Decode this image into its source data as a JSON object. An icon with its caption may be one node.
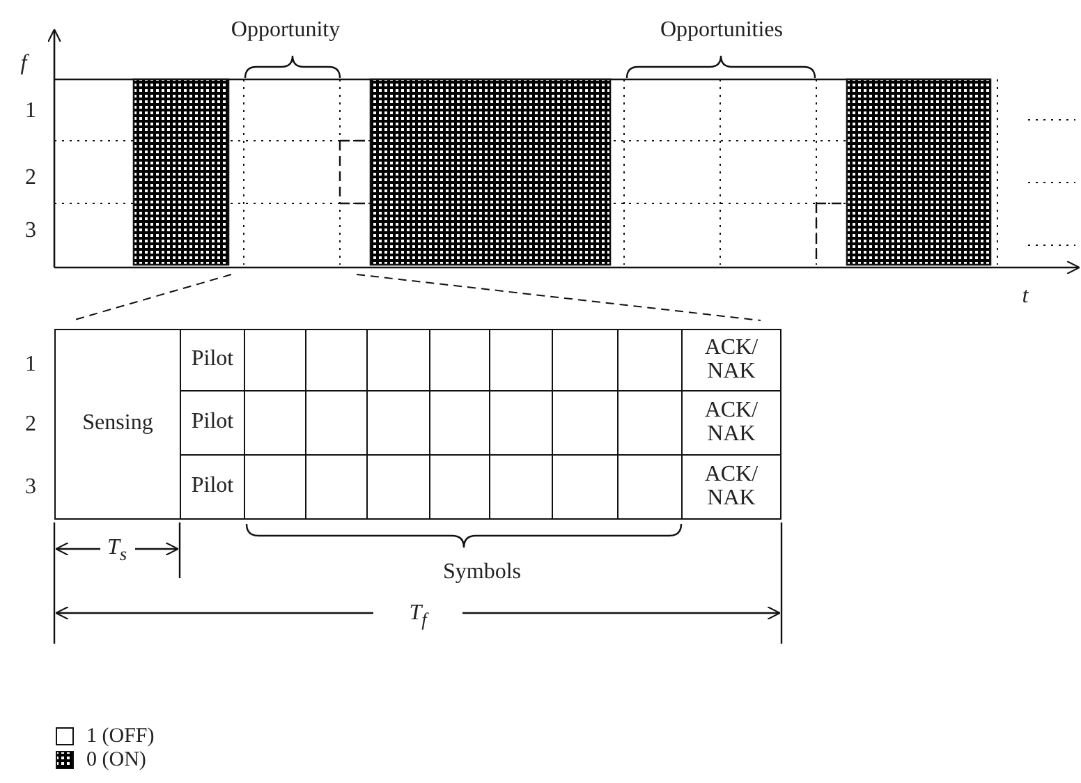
{
  "diagram": {
    "nodes": [
      {
        "text": [
          "Sensing"
        ]
      },
      {
        "text": [
          "Pilot"
        ]
      },
      {
        "text": [],
        "shape": "box"
      },
      {
        "text": [],
        "shape": "box"
      },
      {
        "text": [],
        "shape": "box"
      },
      {
        "text": [],
        "shape": "box"
      },
      {
        "text": [],
        "shape": "box"
      },
      {
        "text": [],
        "shape": "box"
      },
      {
        "text": [],
        "shape": "box"
      },
      {
        "text": [
          "ACK/ NAK"
        ]
      },
      {
        "text": [
          "Pilot"
        ]
      },
      {
        "text": [],
        "shape": "box"
      },
      {
        "text": [],
        "shape": "box"
      },
      {
        "text": [],
        "shape": "box"
      },
      {
        "text": [],
        "shape": "box"
      },
      {
        "text": [],
        "shape": "box"
      },
      {
        "text": [],
        "shape": "box"
      },
      {
        "text": [],
        "shape": "box"
      },
      {
        "text": [
          "ACK/ NAK"
        ]
      },
      {
        "text": [
          "Pilot"
        ]
      },
      {
        "text": [],
        "shape": "box"
      },
      {
        "text": [],
        "shape": "box"
      },
      {
        "text": [],
        "shape": "box"
      },
      {
        "text": [],
        "shape": "box"
      },
      {
        "text": [],
        "shape": "box"
      },
      {
        "text": [],
        "shape": "box"
      },
      {
        "text": [],
        "shape": "box"
      },
      {
        "text": [
          "ACK/ NAK"
        ]
      }
    ],
    "labels": [
      "Opportunity",
      "Opportunities",
      "f",
      "1",
      "2",
      "3",
      "t",
      "1",
      "2",
      "3",
      "T$_{s}$",
      "Symbols",
      "T$_{f}$"
    ],
    "legend": [
      {
        "text": "1 (OFF)",
        "color": "#ffffff"
      },
      {
        "text": "0 (ON)"
      }
    ]
  }
}
